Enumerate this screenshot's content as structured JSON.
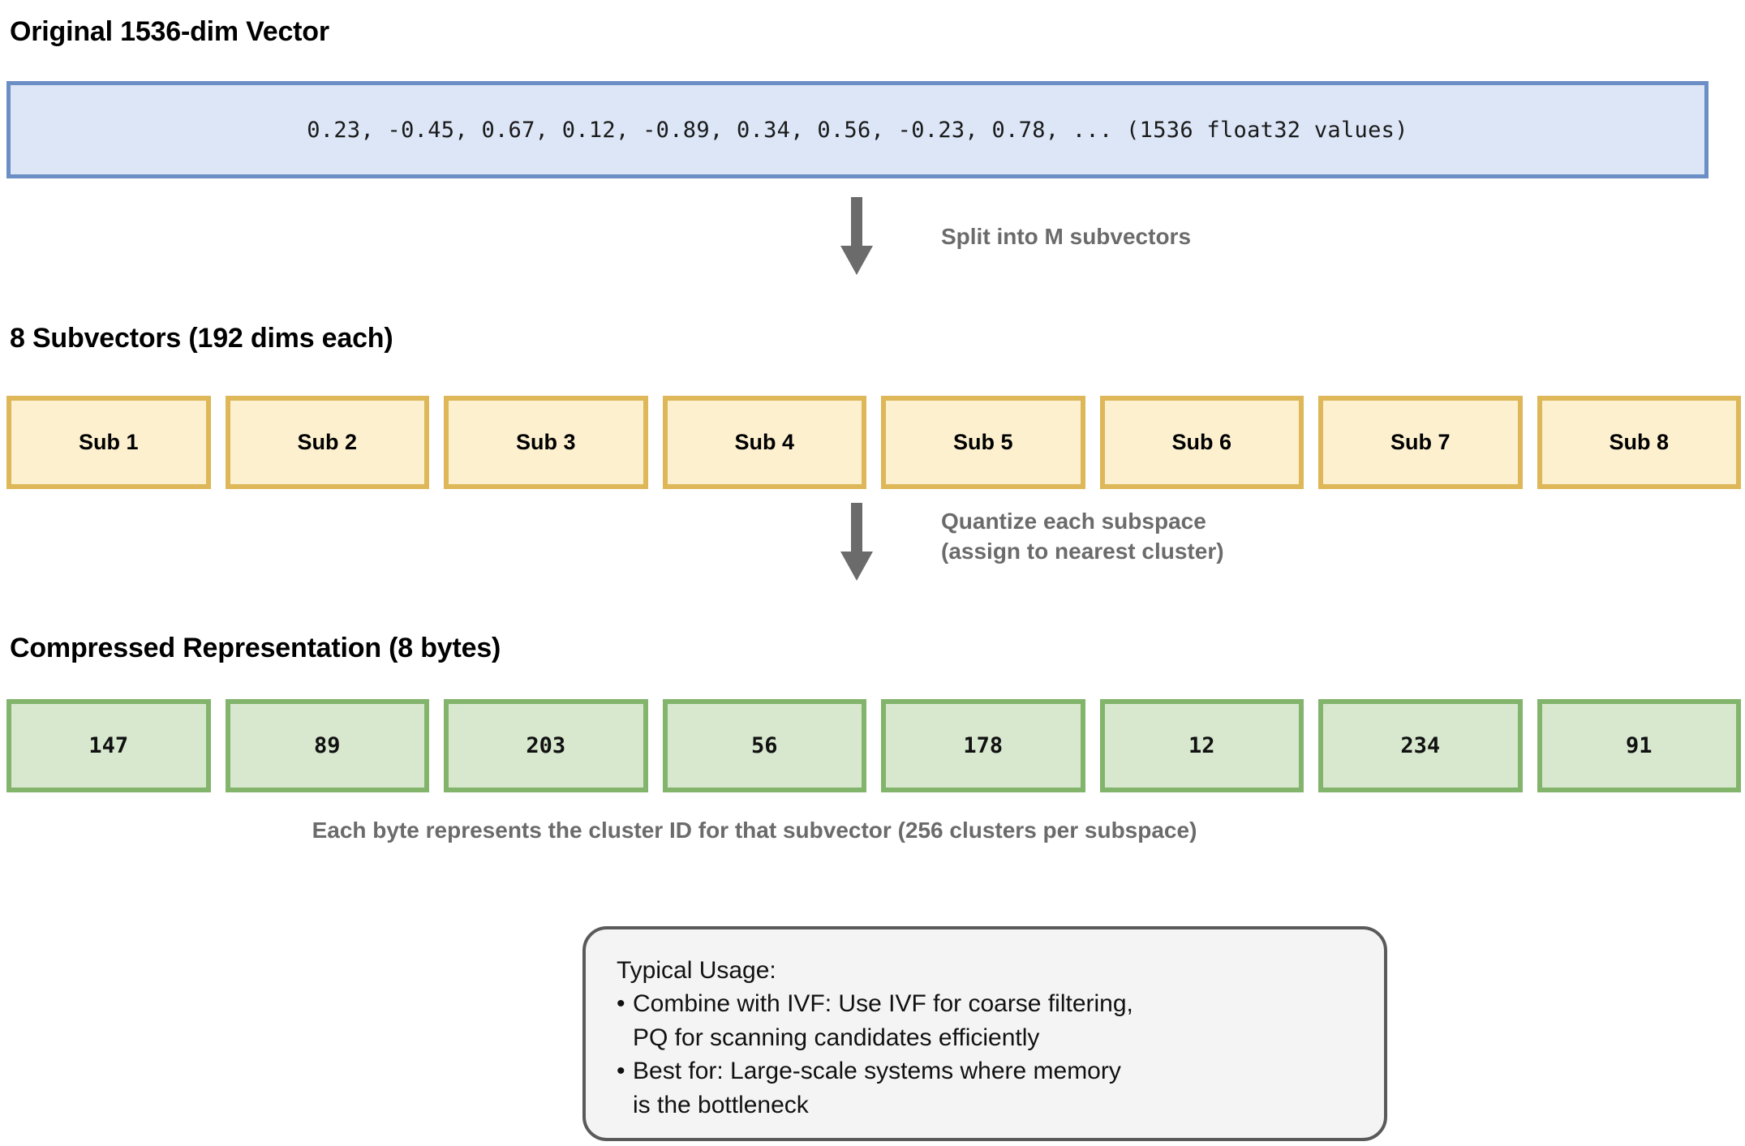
{
  "diagram": {
    "sections": {
      "original": {
        "heading": "Original 1536-dim Vector",
        "vector_values": "0.23, -0.45, 0.67, 0.12, -0.89, 0.34, 0.56, -0.23, 0.78, ... (1536 float32 values)"
      },
      "subvectors": {
        "heading": "8 Subvectors (192 dims each)",
        "cells": [
          "Sub 1",
          "Sub 2",
          "Sub 3",
          "Sub 4",
          "Sub 5",
          "Sub 6",
          "Sub 7",
          "Sub 8"
        ]
      },
      "compressed": {
        "heading": "Compressed Representation (8 bytes)",
        "cells": [
          "147",
          "89",
          "203",
          "56",
          "178",
          "12",
          "234",
          "91"
        ],
        "caption": "Each byte represents the cluster ID for that subvector (256 clusters per subspace)"
      }
    },
    "arrows": [
      {
        "label": "Split into M subvectors"
      },
      {
        "label": "Quantize each subspace\n(assign to nearest cluster)"
      }
    ],
    "usage_box": {
      "title": "Typical Usage:",
      "bullet_glyph": "•",
      "items": [
        "Combine with IVF: Use IVF for coarse filtering,\nPQ for scanning candidates efficiently",
        "Best for: Large-scale systems where memory\nis the bottleneck"
      ]
    },
    "colors": {
      "vector_fill": "#dce6f7",
      "vector_border": "#6b8ec4",
      "subvector_fill": "#fcf0cf",
      "subvector_border": "#ddb758",
      "byte_fill": "#d7e8ce",
      "byte_border": "#82b46c",
      "arrow": "#6b6b6b",
      "usage_fill": "#f4f4f4",
      "usage_border": "#5a5a5a"
    }
  }
}
